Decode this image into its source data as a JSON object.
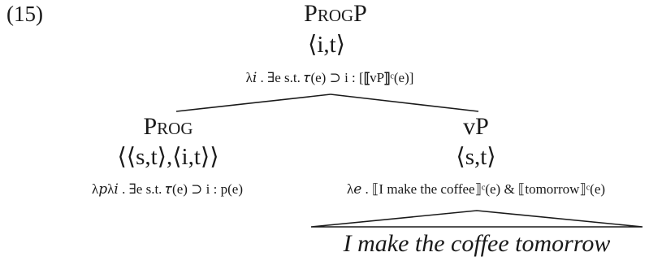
{
  "example_number": "(15)",
  "root": {
    "label": "ProgP",
    "type": "⟨i,t⟩",
    "semantics": "λ𝑖 . ∃e s.t. 𝜏(e) ⊃ i : [⟦vP⟧ᶜ(e)]"
  },
  "left": {
    "label": "Prog",
    "type": "⟨⟨s,t⟩,⟨i,t⟩⟩",
    "semantics": "λ𝑝λ𝑖 . ∃e s.t. 𝜏(e) ⊃ i : p(e)"
  },
  "right": {
    "label": "vP",
    "type": "⟨s,t⟩",
    "semantics": "λ𝑒 . ⟦I make the coffee⟧ᶜ(e) & ⟦tomorrow⟧ᶜ(e)"
  },
  "terminal": {
    "sentence": "I make the coffee tomorrow"
  }
}
